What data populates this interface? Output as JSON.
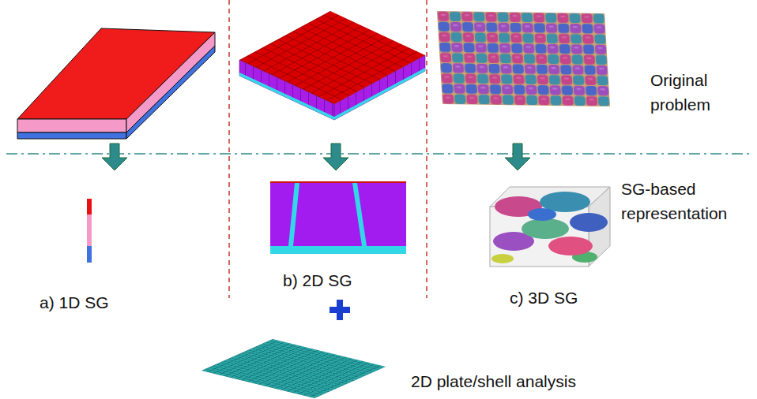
{
  "diagram": {
    "labels": [
      "Original problem",
      "SG-based representation",
      "a) 1D SG",
      "b) 2D SG",
      "c) 3D SG",
      "2D plate/shell analysis"
    ]
  }
}
